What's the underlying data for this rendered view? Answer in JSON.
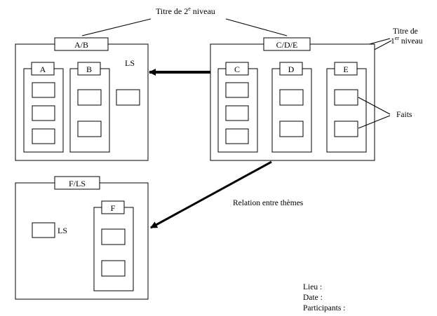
{
  "annotations": {
    "level2_title": "Titre de 2",
    "level2_sup": "e",
    "level2_suffix": " niveau",
    "level1_title_line1": "Titre de",
    "level1_line2_prefix": "1",
    "level1_sup": "er",
    "level1_line2_suffix": " niveau",
    "facts": "Faits",
    "relation": "Relation entre thèmes"
  },
  "groups": {
    "ab": {
      "label": "A/B",
      "sub_a": "A",
      "sub_b": "B",
      "ls": "LS"
    },
    "cde": {
      "label": "C/D/E",
      "sub_c": "C",
      "sub_d": "D",
      "sub_e": "E"
    },
    "fls": {
      "label": "F/LS",
      "sub_f": "F",
      "ls": "LS"
    }
  },
  "footer": {
    "lieu": "Lieu :",
    "date": "Date :",
    "participants": "Participants :"
  }
}
